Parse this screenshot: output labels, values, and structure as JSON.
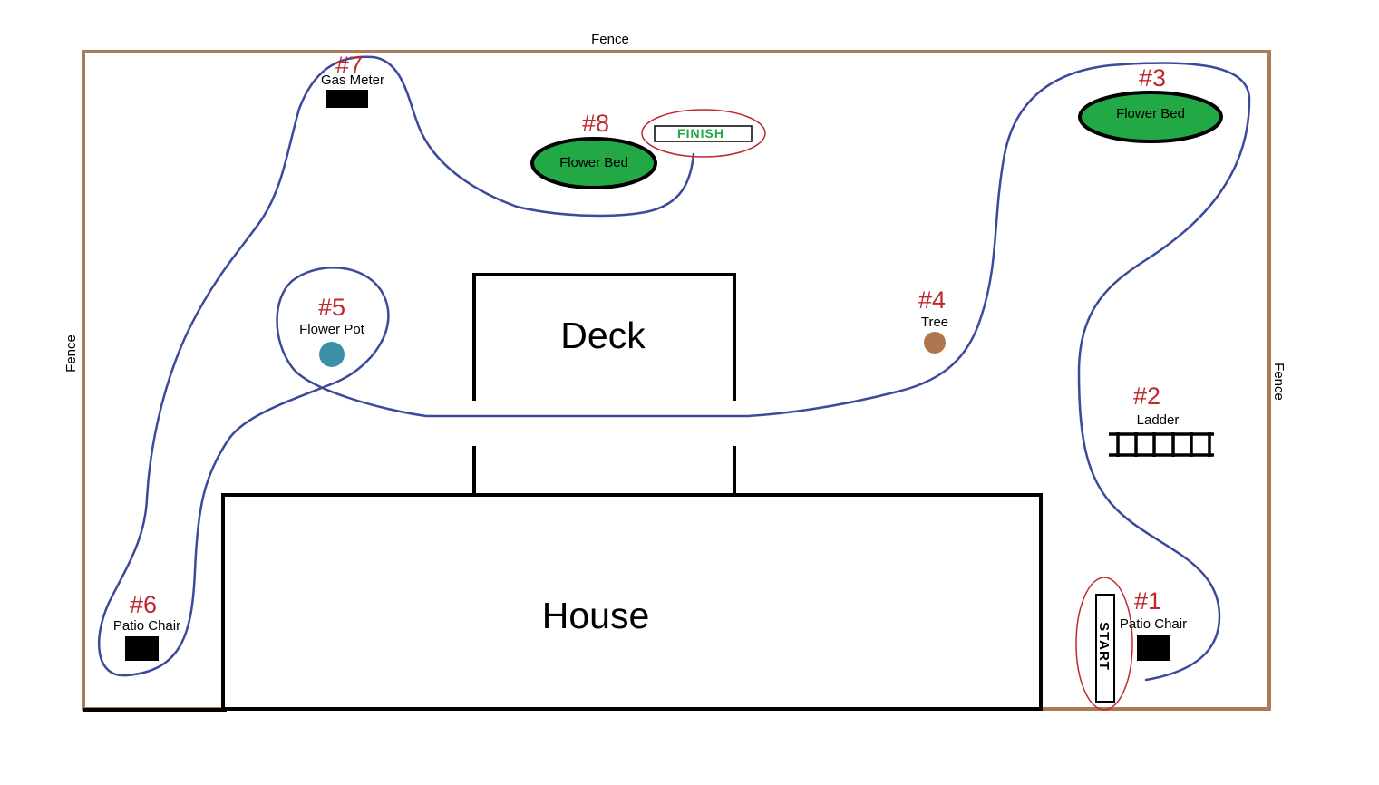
{
  "fence_labels": {
    "top": "Fence",
    "left": "Fence",
    "right": "Fence"
  },
  "structures": {
    "deck": "Deck",
    "house": "House"
  },
  "markers": {
    "start": "START",
    "finish": "FINISH"
  },
  "stops": [
    {
      "number": "#1",
      "label": "Patio Chair"
    },
    {
      "number": "#2",
      "label": "Ladder"
    },
    {
      "number": "#3",
      "label": "Flower Bed"
    },
    {
      "number": "#4",
      "label": "Tree"
    },
    {
      "number": "#5",
      "label": "Flower Pot"
    },
    {
      "number": "#6",
      "label": "Patio Chair"
    },
    {
      "number": "#7",
      "label": "Gas Meter"
    },
    {
      "number": "#8",
      "label": "Flower Bed"
    }
  ],
  "colors": {
    "fence": "#a97b58",
    "path": "#3b4a9a",
    "number": "#c0282d",
    "flower_bed": "#22a845",
    "tree": "#b07650",
    "flower_pot": "#3c8fa8",
    "finish_text": "#22a845",
    "marker_ring": "#c0282d"
  }
}
